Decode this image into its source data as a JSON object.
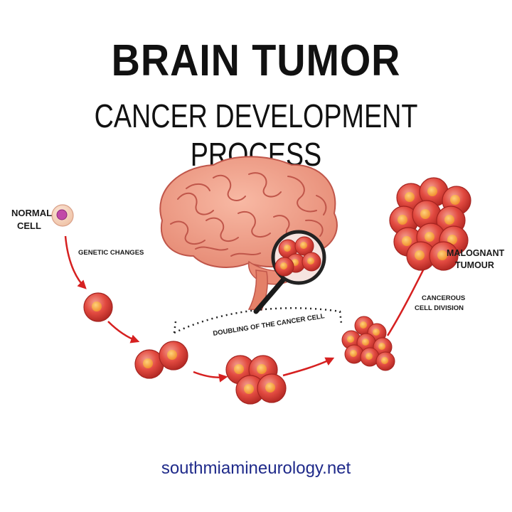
{
  "title": "BRAIN TUMOR",
  "subtitle": "CANCER DEVELOPMENT PROCESS",
  "labels": {
    "normal_cell_line1": "NORMAL",
    "normal_cell_line2": "CELL",
    "genetic_changes": "GENETIC CHANGES",
    "doubling": "DOUBLING OF THE CANCER CELL",
    "cancerous_line1": "CANCEROUS",
    "cancerous_line2": "CELL DIVISION",
    "malignant_line1": "MALOGNANT",
    "malignant_line2": "TUMOUR"
  },
  "footer": "southmiamineurology.net",
  "colors": {
    "cell_fill": "#e0463e",
    "cell_light": "#f29080",
    "nucleus": "#f7a23a",
    "arrow": "#d62020",
    "brain": "#f2a08a",
    "brain_stroke": "#c0564a",
    "footer_text": "#1f2a8a"
  }
}
